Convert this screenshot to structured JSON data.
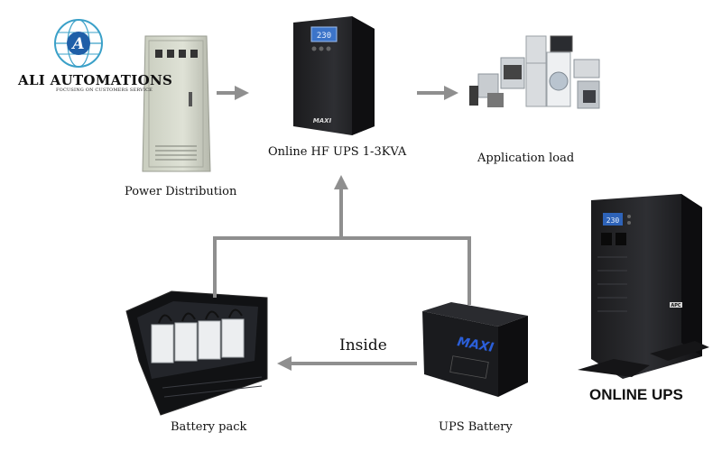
{
  "logo": {
    "company": "ALI AUTOMATIONS",
    "tagline": "FOCUSING ON CUSTOMERS SERVICE",
    "mark": "A"
  },
  "nodes": {
    "power_distribution": "Power Distribution",
    "ups": "Online HF UPS 1-3KVA",
    "application_load": "Application load",
    "battery_pack": "Battery pack",
    "ups_battery": "UPS Battery",
    "online_ups": "ONLINE UPS"
  },
  "connector": {
    "inside": "Inside"
  },
  "device_text": {
    "ups_brand": "MAXI",
    "ups_display": "230",
    "battery_brand": "MAXI",
    "online_ups_display": "230",
    "online_ups_logo": "APC"
  },
  "colors": {
    "arrow": "#8f8f8f",
    "logo_blue": "#1f5fa8",
    "logo_cyan": "#3aa0c8"
  }
}
